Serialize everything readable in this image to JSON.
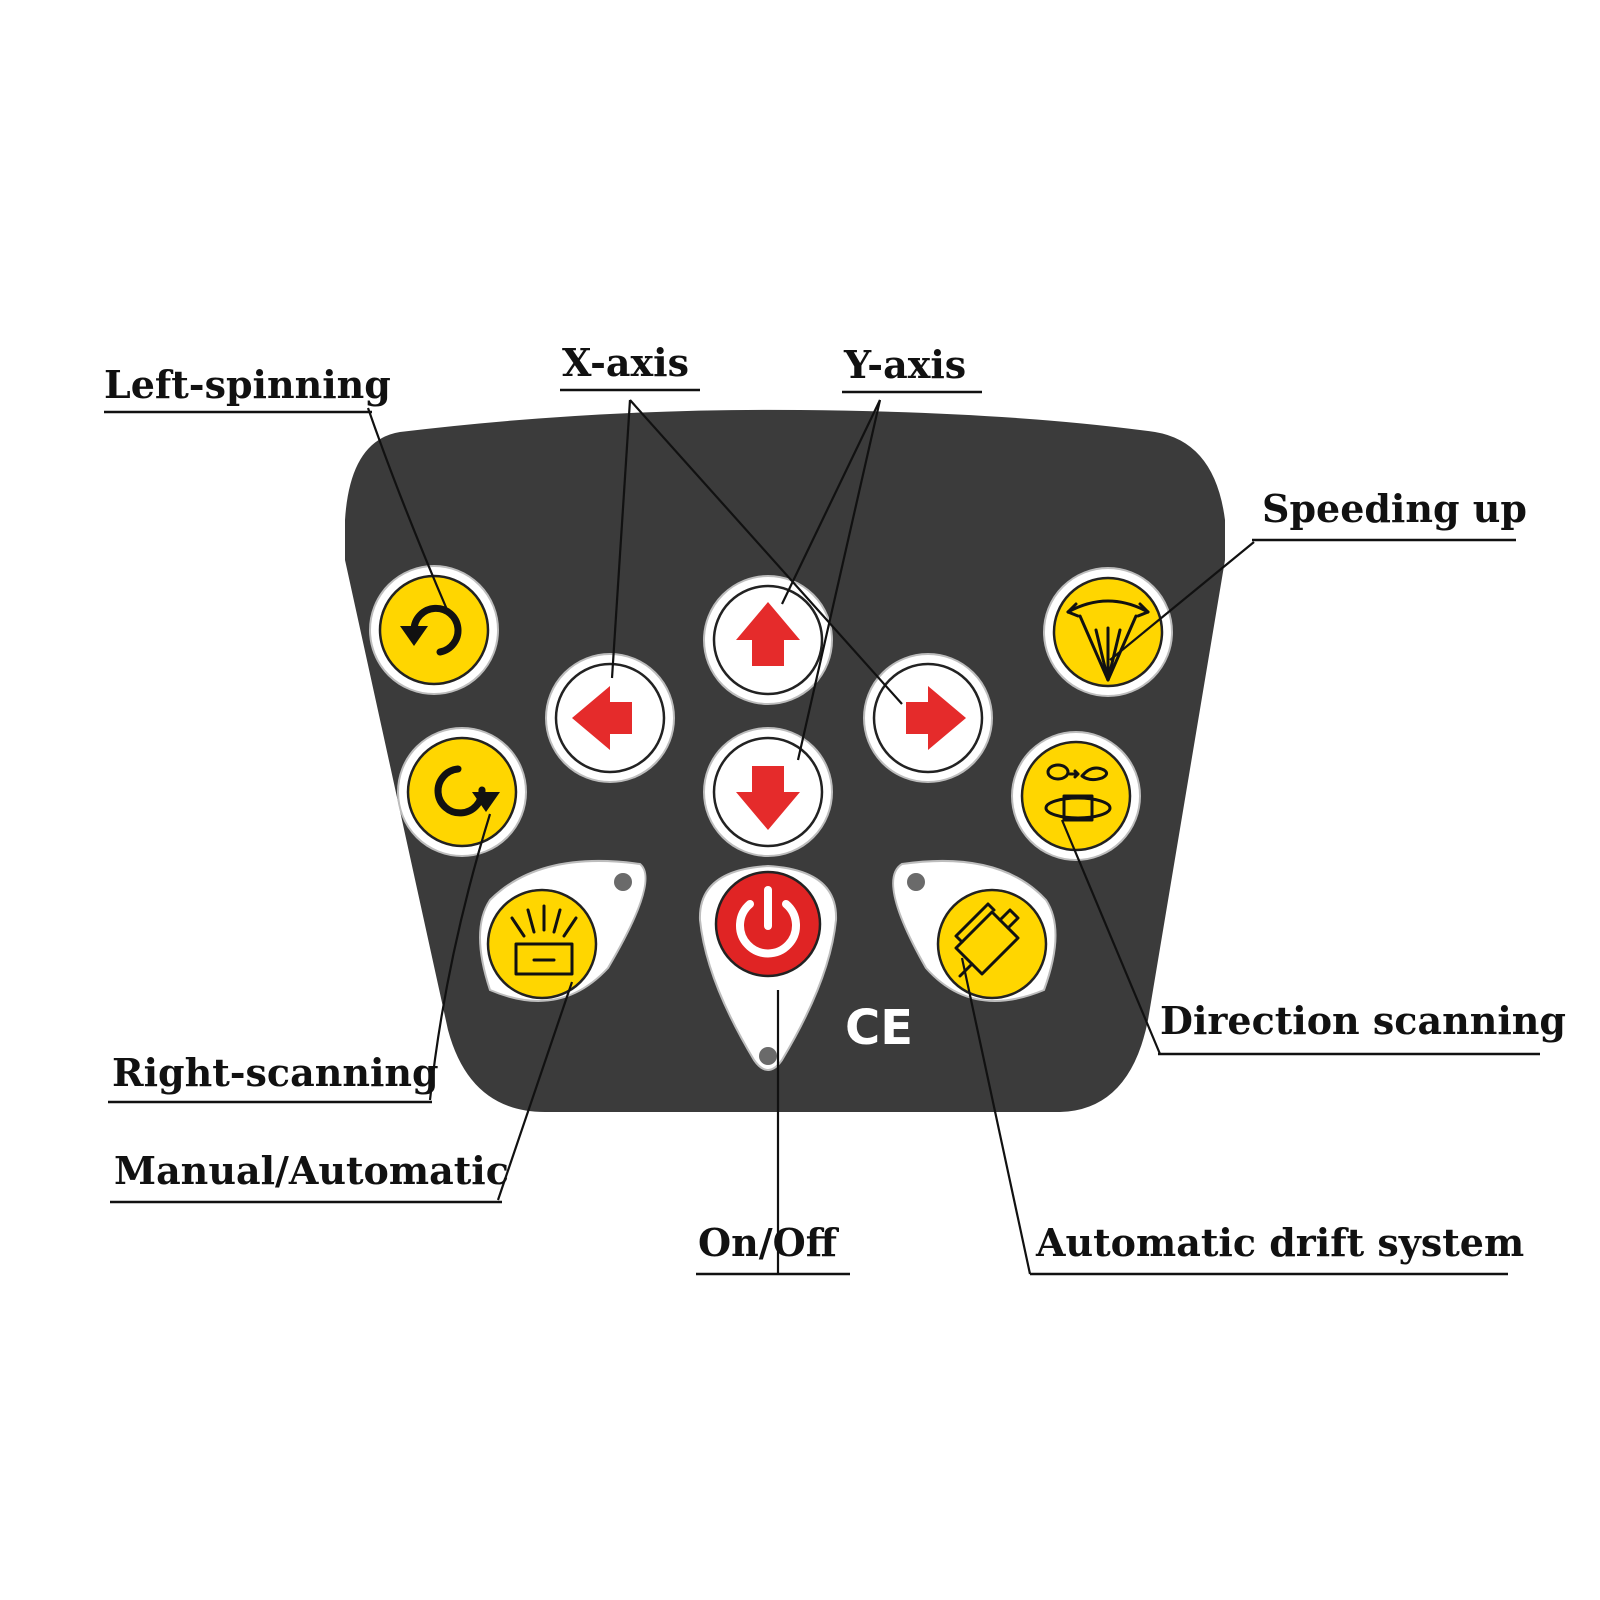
{
  "labels": {
    "left_spinning": "Left-spinning",
    "x_axis": "X-axis",
    "y_axis": "Y-axis",
    "speeding_up": "Speeding up",
    "direction_scanning": "Direction scanning",
    "right_scanning": "Right-scanning",
    "manual_automatic": "Manual/Automatic",
    "on_off": "On/Off",
    "automatic_drift_system": "Automatic drift system"
  },
  "panel": {
    "ce_mark": "CE"
  },
  "colors": {
    "panel": "#3b3b3b",
    "button_yellow": "#ffd600",
    "arrow_red": "#e52b2b",
    "power_red": "#e02424"
  }
}
